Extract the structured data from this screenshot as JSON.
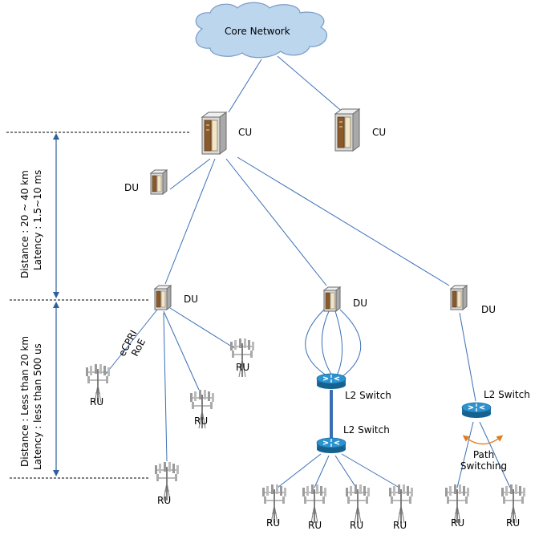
{
  "cloud": {
    "label": "Core Network"
  },
  "nodes": {
    "cu_main": "CU",
    "cu_second": "CU",
    "du_top": "DU",
    "du_left": "DU",
    "du_mid": "DU",
    "du_right": "DU"
  },
  "switches": {
    "mid_upper": "L2 Switch",
    "mid_lower": "L2 Switch",
    "right": "L2 Switch"
  },
  "ru_label": "RU",
  "fronthaul": {
    "line1": "eCPRI",
    "line2": "RoE"
  },
  "path_switching": {
    "line1": "Path",
    "line2": "Switching"
  },
  "dimensions": {
    "upper": {
      "distance": "Distance : 20 ~ 40 km",
      "latency": "Latency : 1.5~10 ms"
    },
    "lower": {
      "distance": "Distance : Less than 20 km",
      "latency": "Latency : less than 500 us"
    }
  },
  "colors": {
    "link": "#3a6fb5",
    "arrow": "#2f5f9e",
    "cloud_fill": "#bcd6ee",
    "cloud_stroke": "#7a9cc4",
    "switch_body": "#1f7fb8",
    "path_arrow": "#e07b20"
  }
}
